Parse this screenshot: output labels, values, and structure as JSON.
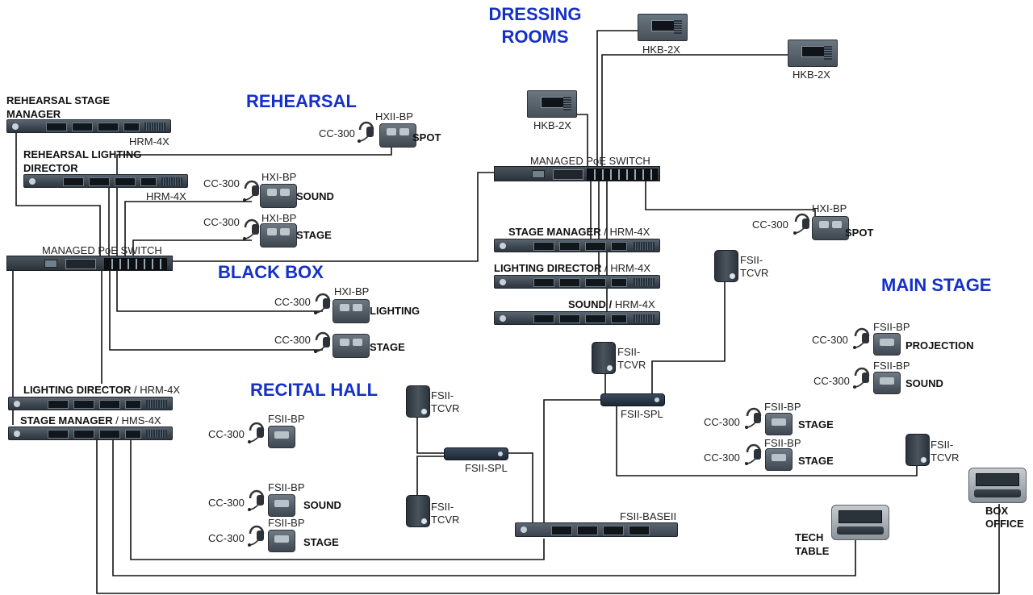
{
  "zones": {
    "dressing_rooms_line1": "DRESSING",
    "dressing_rooms_line2": "ROOMS",
    "rehearsal": "REHEARSAL",
    "black_box": "BLACK BOX",
    "recital_hall": "RECITAL HALL",
    "main_stage": "MAIN STAGE"
  },
  "models": {
    "hrm4x": "HRM-4X",
    "hms4x": "HMS-4X",
    "hxibp": "HXII-BP",
    "hxibp_alt": "HXI-BP",
    "cc300": "CC-300",
    "fsiibp": "FSII-BP",
    "fsiitcvr_line1": "FSII-",
    "fsiitcvr_line2": "TCVR",
    "fsiispl": "FSII-SPL",
    "fsiibase": "FSII-BASEII",
    "hkb2x": "HKB-2X",
    "switch": "MANAGED PoE SWITCH"
  },
  "rehearsal": {
    "stage_manager_line1": "REHEARSAL STAGE",
    "stage_manager_line2": "MANAGER",
    "lighting_line1": "REHEARSAL LIGHTING",
    "lighting_line2": "DIRECTOR",
    "spot": "SPOT",
    "sound": "SOUND",
    "stage": "STAGE"
  },
  "blackbox": {
    "lighting": "LIGHTING",
    "stage": "STAGE",
    "lighting_director": "LIGHTING DIRECTOR",
    "stage_manager": "STAGE MANAGER",
    "slash": "/"
  },
  "recital": {
    "sound": "SOUND",
    "stage": "STAGE"
  },
  "mainstage": {
    "stage_manager": "STAGE MANAGER",
    "lighting_director": "LIGHTING DIRECTOR",
    "sound": "SOUND",
    "spot": "SPOT",
    "projection": "PROJECTION",
    "sound2": "SOUND",
    "stage": "STAGE",
    "stage2": "STAGE",
    "tech_line1": "TECH",
    "tech_line2": "TABLE",
    "box_line1": "BOX",
    "box_line2": "OFFICE"
  },
  "colors": {
    "zone_title": "#1530c8",
    "wire": "#111111"
  }
}
